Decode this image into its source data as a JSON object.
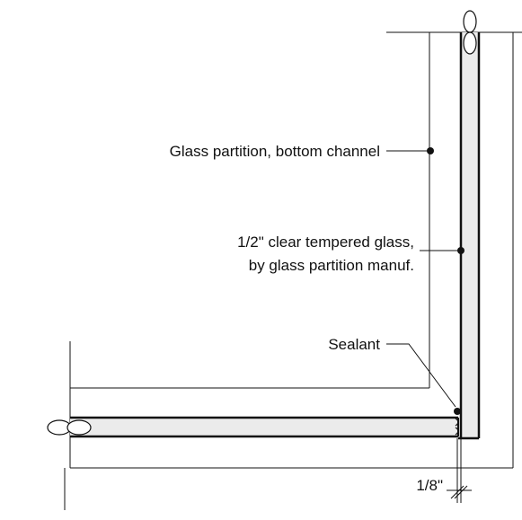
{
  "callouts": {
    "bottom_channel": "Glass partition, bottom channel",
    "glass_line1": "1/2\" clear tempered glass,",
    "glass_line2": "by glass partition manuf.",
    "sealant": "Sealant",
    "gap_dimension": "1/8\""
  },
  "colors": {
    "line": "#111111",
    "glass_fill": "#ebebeb",
    "background": "#ffffff"
  }
}
